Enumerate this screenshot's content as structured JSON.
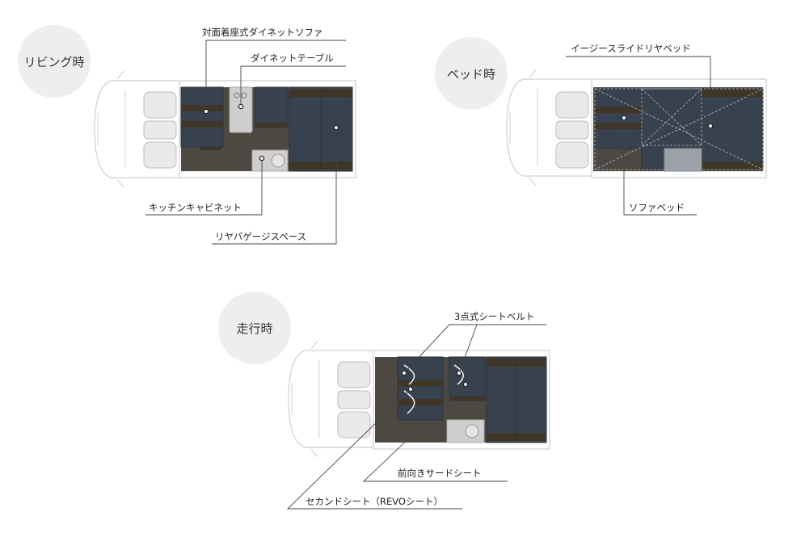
{
  "modes": {
    "living": "リビング時",
    "bed": "ベッド時",
    "driving": "走行時"
  },
  "labels": {
    "sofa": "対面着座式ダイネットソファ",
    "dinette_table": "ダイネットテーブル",
    "kitchen_cabinet": "キッチンキャビネット",
    "rear_luggage": "リヤバゲージスペース",
    "easy_slide_bed": "イージースライドリヤベッド",
    "sofa_bed": "ソファベッド",
    "seat_belt": "3点式シートベルト",
    "third_seat": "前向きサードシート",
    "second_seat": "セカンドシート（REVOシート）"
  },
  "colors": {
    "floor": "#4d4942",
    "cushion": "#38424e",
    "wood_accent": "#3f3628",
    "mode_badge": "#eeeeee"
  }
}
